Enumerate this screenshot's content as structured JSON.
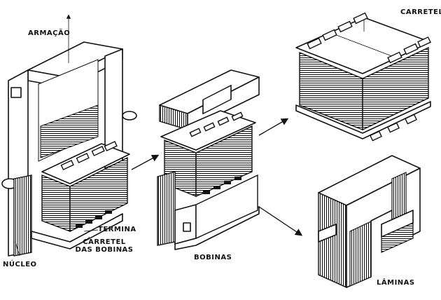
{
  "labels": {
    "armacao": "ARMAÇÃO",
    "nucleo": "NÚCLEO",
    "termina": "TERMINA",
    "carretel_bobinas_1": "CARRETEL",
    "carretel_bobinas_2": "DAS BOBINAS",
    "bobinas": "BOBINAS",
    "carretel": "CARRETEL",
    "laminas": "LÂMINAS"
  },
  "colors": {
    "ink": "#111111",
    "paper": "#ffffff"
  }
}
